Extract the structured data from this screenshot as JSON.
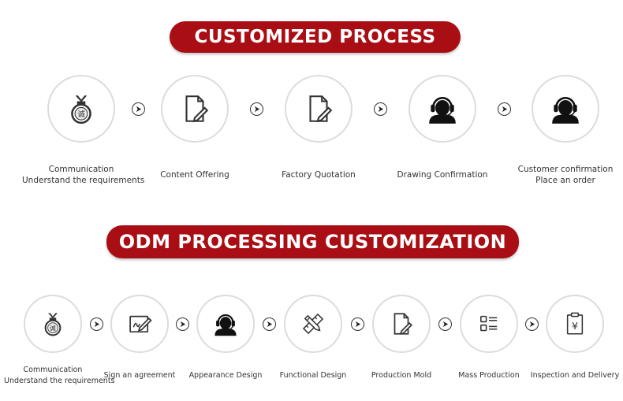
{
  "section1": {
    "title": "CUSTOMIZED PROCESS",
    "steps": [
      {
        "icon": "medal-icon",
        "lines": [
          "Communication",
          "Understand the requirements"
        ]
      },
      {
        "icon": "document-edit-icon",
        "lines": [
          "Content Offering"
        ]
      },
      {
        "icon": "document-edit-icon",
        "lines": [
          "Factory Quotation"
        ]
      },
      {
        "icon": "headset-person-icon",
        "lines": [
          "Drawing Confirmation"
        ]
      },
      {
        "icon": "headset-person-icon",
        "lines": [
          "Customer confirmation",
          "Place an order"
        ]
      }
    ]
  },
  "section2": {
    "title": "ODM PROCESSING CUSTOMIZATION",
    "steps": [
      {
        "icon": "medal-icon",
        "lines": [
          "Communication",
          "Understand the requirements"
        ]
      },
      {
        "icon": "signature-pen-icon",
        "lines": [
          "Sign an agreement"
        ]
      },
      {
        "icon": "headset-person-icon",
        "lines": [
          "Appearance Design"
        ]
      },
      {
        "icon": "pencil-ruler-icon",
        "lines": [
          "Functional Design"
        ]
      },
      {
        "icon": "document-edit-icon",
        "lines": [
          "Production Mold"
        ]
      },
      {
        "icon": "grid-list-icon",
        "lines": [
          "Mass Production"
        ]
      },
      {
        "icon": "clipboard-yen-icon",
        "lines": [
          "Inspection and Delivery"
        ]
      }
    ]
  },
  "medal_glyph": "诚",
  "clipboard_glyph": "¥",
  "colors": {
    "banner": "#a90e14",
    "circle_border": "#dcdcdc",
    "icon": "#333333"
  }
}
